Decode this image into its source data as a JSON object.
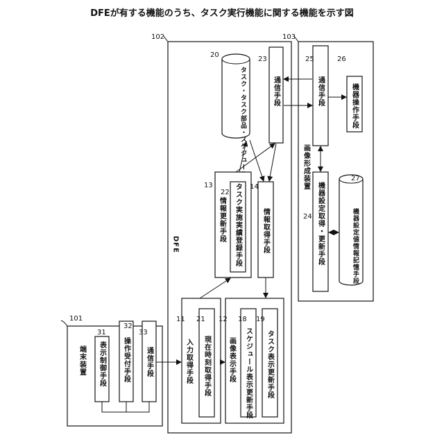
{
  "title": "DFEが有する機能のうち、タスク実行機能に関する機能を示す図",
  "terminal": {
    "ref": "101",
    "label": "端末装置",
    "units": [
      {
        "ref": "31",
        "label": "表示制御手段"
      },
      {
        "ref": "32",
        "label": "操作受付手段"
      },
      {
        "ref": "33",
        "label": "通信手段"
      }
    ]
  },
  "dfe": {
    "ref": "102",
    "label": "DFE",
    "input": {
      "ref": "11",
      "label": "入力取得手段",
      "inner": {
        "ref": "21",
        "label": "現在時刻取得手段"
      }
    },
    "display": {
      "ref": "12",
      "label": "画像表示手段",
      "inner": [
        {
          "ref": "18",
          "label": "スケジュール表示更新手段"
        },
        {
          "ref": "19",
          "label": "タスク表示更新手段"
        }
      ]
    },
    "update": {
      "ref": "13",
      "label": "情報更新手段",
      "inner": {
        "ref": "22",
        "label": "タスク実施実績登録手段"
      }
    },
    "acquire": {
      "ref": "14",
      "label": "情報取得手段"
    },
    "storage": {
      "ref": "20",
      "label": "タスク・タスク部品・スケジュール情報記憶手段"
    },
    "comm": {
      "ref": "23",
      "label": "通信手段"
    }
  },
  "image_device": {
    "ref": "103",
    "label": "画像形成装置",
    "comm": {
      "ref": "25",
      "label": "通信手段"
    },
    "operation": {
      "ref": "26",
      "label": "機器操作手段"
    },
    "settings": {
      "ref": "24",
      "label": "機器設定取得・更新手段"
    },
    "storage": {
      "ref": "27",
      "label": "機器設定値情報記憶手段"
    }
  }
}
